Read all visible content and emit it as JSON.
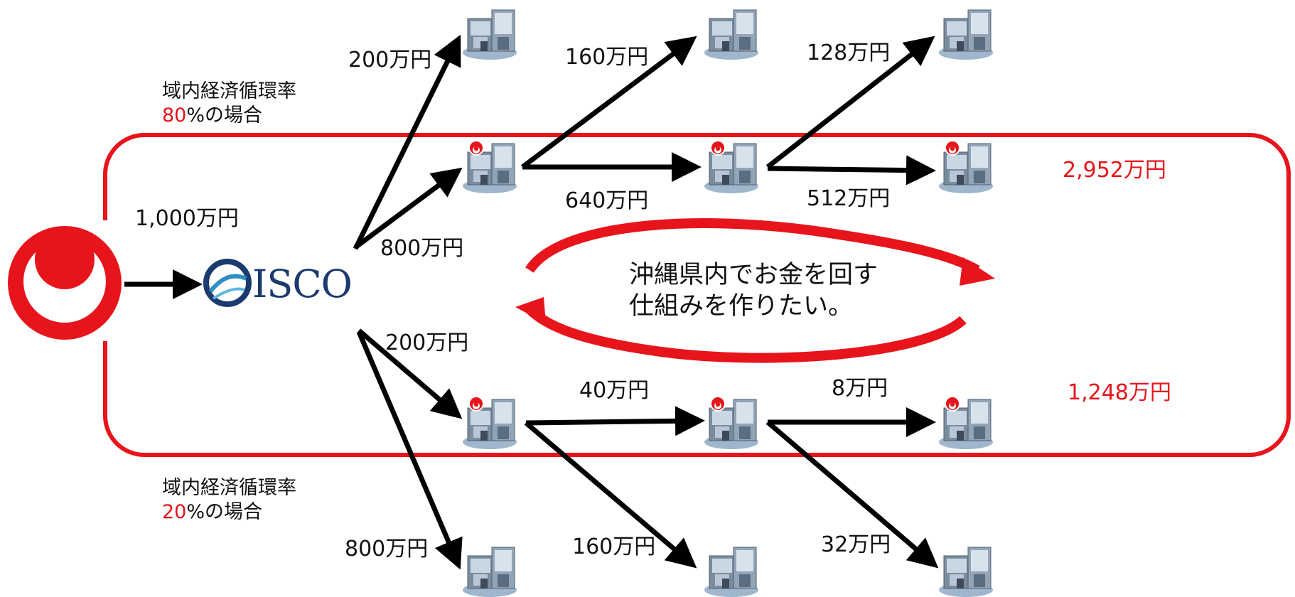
{
  "source": {
    "name": "Okinawa Prefecture"
  },
  "isco": {
    "logo_text": "ISCO",
    "input_amount": "1,000万円"
  },
  "scenario_80": {
    "caption_line1": "域内経済循環率",
    "percent": "80",
    "caption_suffix": "%の場合",
    "total": "2,952万円",
    "labels": {
      "out1": "200万円",
      "in1": "800万円",
      "out2": "160万円",
      "in2": "640万円",
      "out3": "128万円",
      "in3": "512万円"
    }
  },
  "scenario_20": {
    "caption_line1": "域内経済循環率",
    "percent": "20",
    "caption_suffix": "%の場合",
    "total": "1,248万円",
    "labels": {
      "in1": "200万円",
      "out1": "800万円",
      "in2": "40万円",
      "out2": "160万円",
      "in3": "8万円",
      "out3": "32万円"
    }
  },
  "center": {
    "line1": "沖縄県内でお金を回す",
    "line2": "仕組みを作りたい。"
  },
  "colors": {
    "accent_red": "#e8141b",
    "arrow": "#000000",
    "isco_blue": "#1b3b6f"
  },
  "icons": {
    "outside_company": "office-building-icon",
    "local_company": "okinawa-office-building-icon"
  }
}
